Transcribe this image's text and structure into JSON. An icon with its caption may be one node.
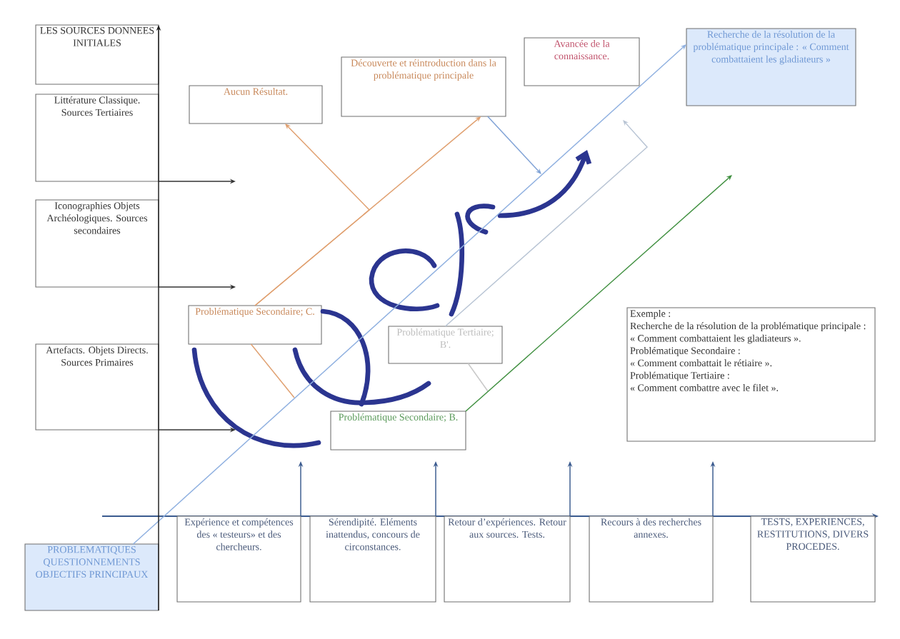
{
  "diagram": {
    "nodes": [
      {
        "text": [
          "LES SOURCES DONNEES INITIALES"
        ]
      },
      {
        "text": [
          "Littérature Classique. Sources Tertiaires"
        ]
      },
      {
        "text": [
          "Iconographies Objets Archéologiques. Sources secondaires"
        ]
      },
      {
        "text": [
          "Artefacts. Objets Directs. Sources Primaires"
        ]
      },
      {
        "text": [
          "Aucun Résultat."
        ]
      },
      {
        "text": [
          "Découverte et réintroduction dans la problématique principale"
        ]
      },
      {
        "text": [
          "Avancée de la connaissance."
        ]
      },
      {
        "text": [
          "Recherche de la résolution de la problématique principale : « Comment combattaient les gladiateurs »"
        ]
      },
      {
        "text": [
          "Problématique Secondaire; C."
        ]
      },
      {
        "text": [
          "Problématique Tertiaire; B'."
        ]
      },
      {
        "text": [
          "Problématique Secondaire; B."
        ]
      },
      {
        "text": [
          "Exemple :",
          "Recherche de la résolution de la problématique principale :",
          "« Comment combattaient les gladiateurs ».",
          "Problématique Secondaire :",
          "« Comment combattait le rétiaire ».",
          "Problématique Tertiaire :",
          "« Comment combattre avec le filet »."
        ]
      },
      {
        "text": [
          "PROBLEMATIQUES QUESTIONNEMENTS OBJECTIFS PRINCIPAUX"
        ]
      },
      {
        "text": [
          "Expérience et compétences des « testeurs» et des chercheurs."
        ]
      },
      {
        "text": [
          "Sérendipité. Eléments inattendus, concours de circonstances."
        ]
      },
      {
        "text": [
          "Retour d’expériences. Retour aux sources. Tests."
        ]
      },
      {
        "text": [
          "Recours à des recherches annexes."
        ]
      },
      {
        "text": [
          "TESTS, EXPERIENCES, RESTITUTIONS, DIVERS PROCEDES."
        ]
      }
    ],
    "edges": [
      {
        "from": 8,
        "to": 5,
        "arrow": "to",
        "color": "#e0a070"
      },
      {
        "from": 8,
        "to": 4,
        "arrow": "to",
        "color": "#e0a070"
      },
      {
        "from": null,
        "to": 8,
        "arrow": "none",
        "color": "#e0a070"
      },
      {
        "from": 5,
        "to": null,
        "arrow": "to",
        "color": "#7fa2d6"
      },
      {
        "from": 12,
        "to": 7,
        "arrow": "to",
        "color": "#8fb0e0"
      },
      {
        "from": 9,
        "to": null,
        "arrow": "to",
        "color": "#b8c4d4"
      },
      {
        "from": 9,
        "to": null,
        "arrow": "none",
        "color": "#c8c8c8"
      },
      {
        "from": 10,
        "to": null,
        "arrow": "to",
        "color": "#3f8f3f"
      },
      {
        "from": 1,
        "to": null,
        "arrow": "to",
        "color": "#333333"
      },
      {
        "from": 2,
        "to": null,
        "arrow": "to",
        "color": "#333333"
      },
      {
        "from": 3,
        "to": null,
        "arrow": "to",
        "color": "#333333"
      },
      {
        "from": 12,
        "to": 0,
        "arrow": "to",
        "color": "#1e1e1e"
      },
      {
        "from": 13,
        "to": null,
        "arrow": "to",
        "color": "#3b5b8f"
      },
      {
        "from": 14,
        "to": null,
        "arrow": "to",
        "color": "#3b5b8f"
      },
      {
        "from": 15,
        "to": null,
        "arrow": "to",
        "color": "#3b5b8f"
      },
      {
        "from": 16,
        "to": null,
        "arrow": "to",
        "color": "#3b5b8f"
      }
    ]
  }
}
